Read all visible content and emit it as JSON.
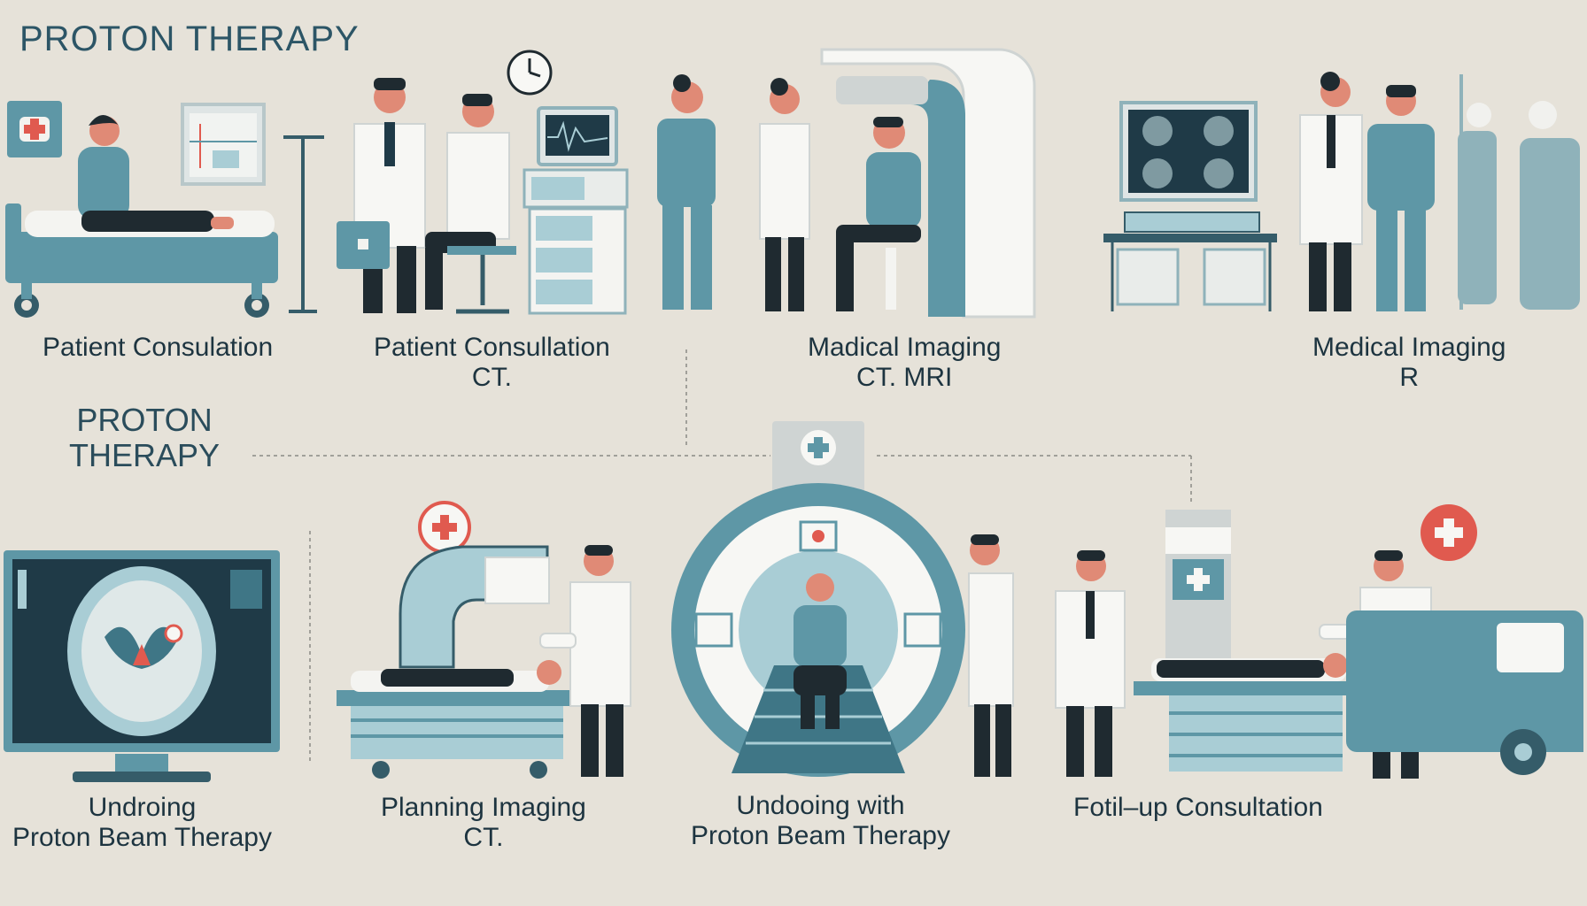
{
  "title": "PROTON THERAPY",
  "side_title": {
    "line1": "PROTON",
    "line2": "THERAPY"
  },
  "top_labels": [
    {
      "main": "Patient Consulation",
      "sub": ""
    },
    {
      "main": "Patient Consullation",
      "sub": "CT."
    },
    {
      "main": "Madical  Imaging",
      "sub": "CT.       MRI"
    },
    {
      "main": "Medical  Imaging",
      "sub": "R"
    }
  ],
  "bottom_labels": [
    {
      "main": "Undroing",
      "sub": "Proton Beam Therapy"
    },
    {
      "main": "Planning Imaging",
      "sub": "CT."
    },
    {
      "main": "Undooing with",
      "sub": "Proton Beam Therapy"
    },
    {
      "main": "Fotil–up Consultation",
      "sub": ""
    }
  ],
  "icons": {
    "medical_cross": "medical-cross-icon",
    "clock": "clock-icon"
  },
  "colors": {
    "background": "#e6e2d9",
    "teal": "#5e97a6",
    "teal_dark": "#3f7686",
    "teal_light": "#a9cdd5",
    "accent_red": "#e05a4f",
    "coat_white": "#f7f7f4",
    "dark": "#1f2a30"
  }
}
